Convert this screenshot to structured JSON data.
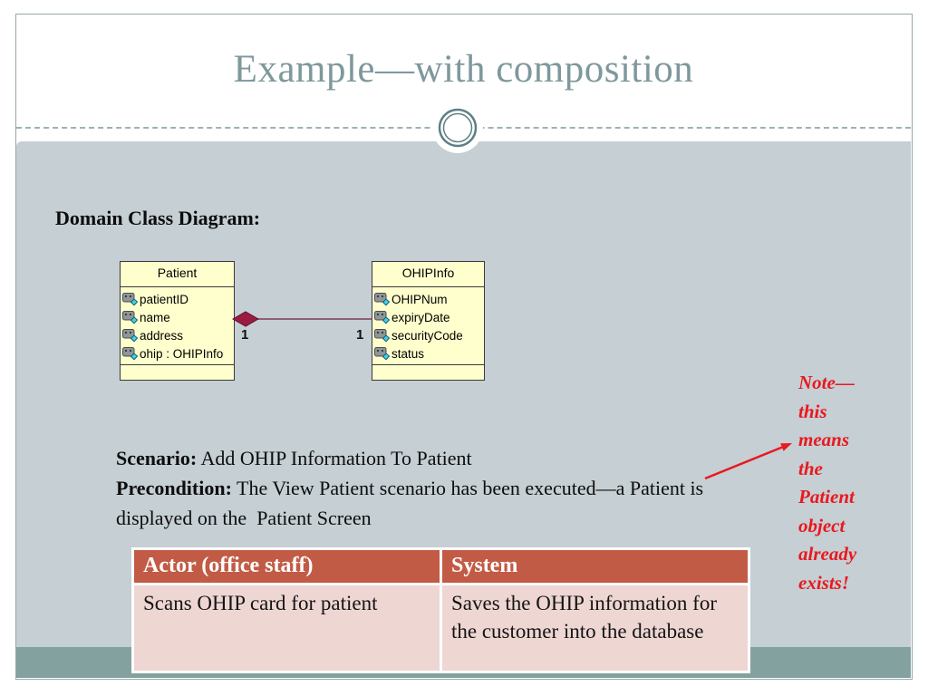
{
  "slide": {
    "title": "Example—with composition",
    "section_heading": "Domain Class Diagram:",
    "uml": {
      "patient": {
        "name": "Patient",
        "attributes": [
          "patientID",
          "name",
          "address",
          "ohip : OHIPInfo"
        ]
      },
      "ohipinfo": {
        "name": "OHIPInfo",
        "attributes": [
          "OHIPNum",
          "expiryDate",
          "securityCode",
          "status"
        ]
      },
      "multiplicity_left": "1",
      "multiplicity_right": "1"
    },
    "scenario": {
      "label": "Scenario:",
      "text": " Add OHIP Information To Patient",
      "precondition_label": "Precondition:",
      "precondition_text_line1": " The View Patient scenario has been executed—a Patient is",
      "precondition_text_line2": "displayed on the  Patient Screen"
    },
    "note": {
      "lines": [
        "Note—",
        "this",
        "means",
        "the",
        "Patient",
        "object",
        "already",
        "exists!"
      ]
    },
    "table": {
      "headers": [
        "Actor (office staff)",
        "System"
      ],
      "rows": [
        [
          "Scans OHIP card for patient",
          "Saves the OHIP information for the customer into the database"
        ]
      ]
    },
    "colors": {
      "title": "#7e989c",
      "content_bg": "#c5cfd4",
      "bottom_band": "#83a19f",
      "class_fill": "#ffffcd",
      "composition_diamond": "#9c1b40",
      "table_header_bg": "#c25b45",
      "table_body_bg": "#eed6d3",
      "note_red": "#e8191f"
    }
  }
}
